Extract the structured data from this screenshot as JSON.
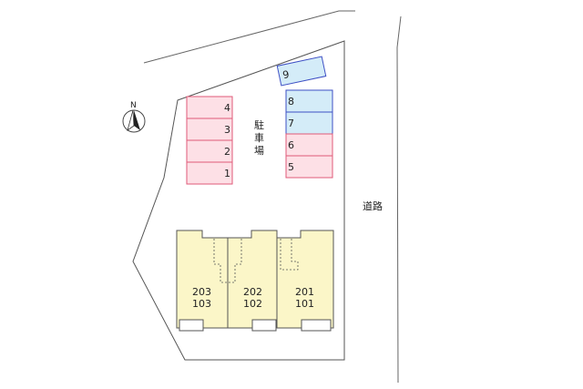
{
  "compass": {
    "label": "N",
    "icon": "north-arrow-icon"
  },
  "parking": {
    "label_chars": [
      "駐",
      "車",
      "場"
    ],
    "left_column": [
      {
        "number": "4"
      },
      {
        "number": "3"
      },
      {
        "number": "2"
      },
      {
        "number": "1"
      }
    ],
    "right_column": [
      {
        "number": "8",
        "kind": "blue"
      },
      {
        "number": "7",
        "kind": "blue"
      },
      {
        "number": "6",
        "kind": "pink"
      },
      {
        "number": "5",
        "kind": "pink"
      }
    ],
    "extra_spot": {
      "number": "9",
      "kind": "blue"
    }
  },
  "road": {
    "label": "道路"
  },
  "units": [
    {
      "upper": "203",
      "lower": "103"
    },
    {
      "upper": "202",
      "lower": "102"
    },
    {
      "upper": "201",
      "lower": "101"
    }
  ],
  "colors": {
    "pink_fill": "#fde0e6",
    "pink_stroke": "#e05a78",
    "blue_fill": "#d4ecf8",
    "blue_stroke": "#3d4fc4",
    "building_fill": "#fbf6c8",
    "outline": "#555555"
  }
}
